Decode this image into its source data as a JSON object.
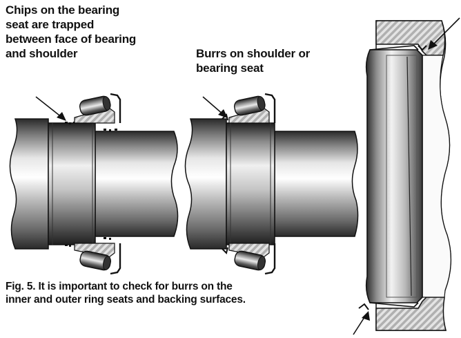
{
  "callouts": {
    "chips": [
      "Chips on the bearing",
      "seat are trapped",
      "between face of bearing",
      "and shoulder"
    ],
    "burrs": [
      "Burrs on shoulder or",
      "bearing seat"
    ]
  },
  "caption": [
    "Fig. 5. It is important to check for burrs on the",
    "inner and outer ring seats and backing surfaces."
  ],
  "colors": {
    "line": "#111111",
    "hatch": "#9a9a9a"
  }
}
